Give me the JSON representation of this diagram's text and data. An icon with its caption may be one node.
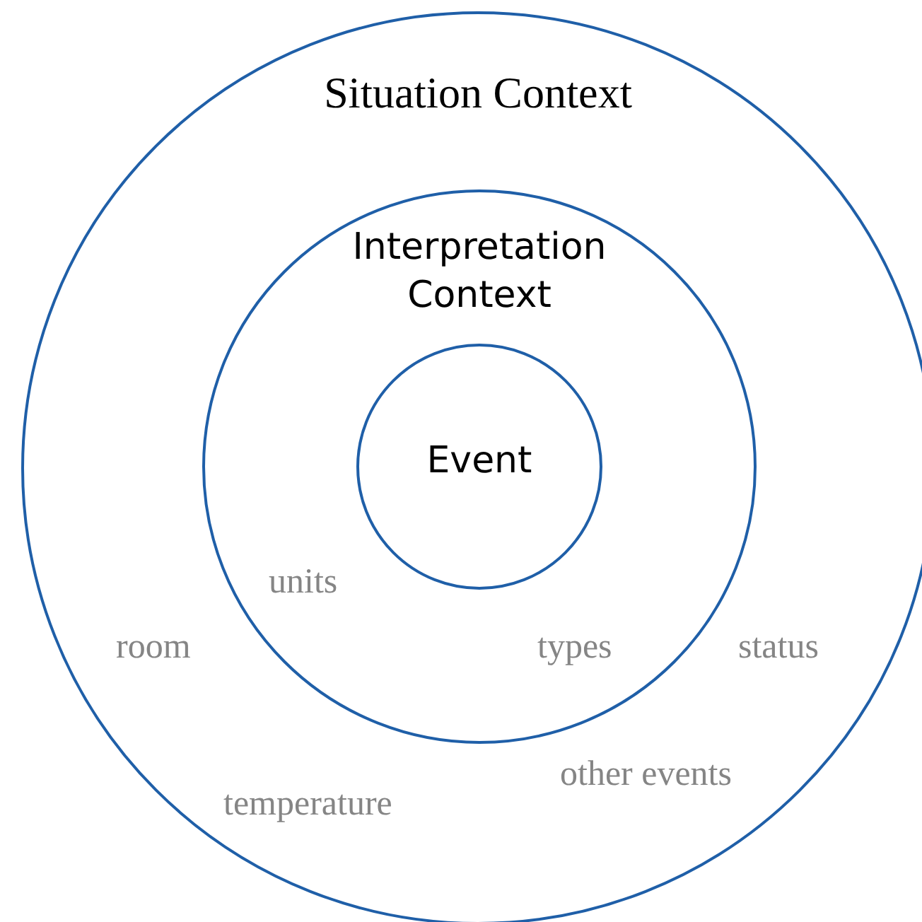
{
  "diagram": {
    "nodes": [
      {
        "text": [
          "Situation Context"
        ]
      },
      {
        "text": [
          "Interpretation Context"
        ],
        "in": 0
      },
      {
        "text": [
          "Event"
        ],
        "in": 1
      }
    ],
    "labels": [
      "units",
      "room",
      "types",
      "status",
      "other events",
      "temperature"
    ]
  }
}
